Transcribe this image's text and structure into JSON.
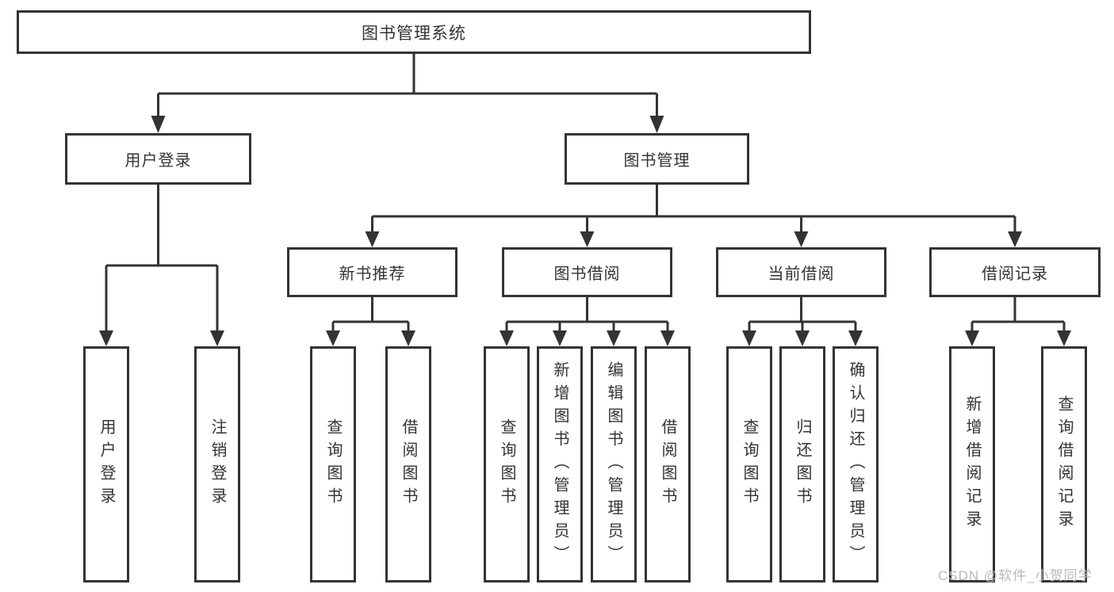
{
  "tree": {
    "label": "图书管理系统",
    "children": [
      {
        "label": "用户登录",
        "children": [
          {
            "label": "用户登录"
          },
          {
            "label": "注销登录"
          }
        ]
      },
      {
        "label": "图书管理",
        "children": [
          {
            "label": "新书推荐",
            "children": [
              {
                "label": "查询图书"
              },
              {
                "label": "借阅图书"
              }
            ]
          },
          {
            "label": "图书借阅",
            "children": [
              {
                "label": "查询图书"
              },
              {
                "label": "新增图书（管理员）"
              },
              {
                "label": "编辑图书（管理员）"
              },
              {
                "label": "借阅图书"
              }
            ]
          },
          {
            "label": "当前借阅",
            "children": [
              {
                "label": "查询图书"
              },
              {
                "label": "归还图书"
              },
              {
                "label": "确认归还（管理员）"
              }
            ]
          },
          {
            "label": "借阅记录",
            "children": [
              {
                "label": "新增借阅记录"
              },
              {
                "label": "查询借阅记录"
              }
            ]
          }
        ]
      }
    ]
  },
  "watermark": {
    "text": "CSDN @软件_小贺同学"
  },
  "colors": {
    "line": "#333333",
    "text": "#333333",
    "box_background": "#ffffff",
    "watermark": "#b9b9b9",
    "page_background": "#ffffff"
  }
}
